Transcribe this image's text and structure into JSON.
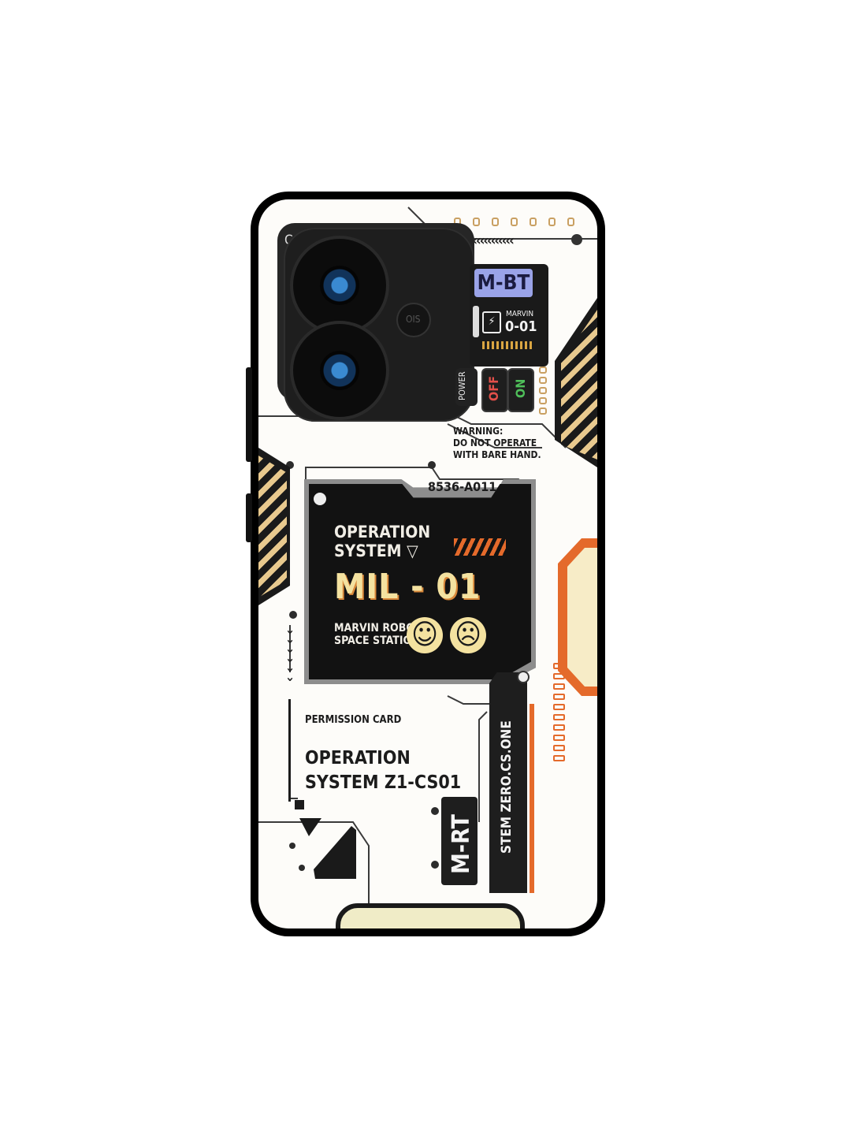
{
  "camera": {
    "lens_count": 2,
    "flash_label": "OIS",
    "corner_label": "Cc"
  },
  "mbt_tag": "M-BT",
  "marvin_badge": {
    "name": "MARVIN",
    "code": "0-01"
  },
  "switches": {
    "power": "POWER",
    "off": "OFF",
    "on": "ON"
  },
  "warning": {
    "line1": "WARNING:",
    "line2": "DO NOT OPERATE",
    "line3": "WITH BARE HAND."
  },
  "screen": {
    "code": "8536-A011",
    "os_line1": "OPERATION",
    "os_line2": "SYSTEM",
    "model": "MIL - 01",
    "station_line1": "MARVIN ROBOT",
    "station_line2": "SPACE STATION"
  },
  "permission_card": {
    "label": "PERMISSION CARD",
    "line1": "OPERATION",
    "line2": "SYSTEM Z1-CS01"
  },
  "vertical_tag": "M-RT",
  "vertical_system": "STEM ZERO.CS.ONE",
  "colors": {
    "case": "#000000",
    "panel": "#fdfcf9",
    "accent_orange": "#e46a2b",
    "accent_yellow": "#f4e2a0",
    "screen_bg": "#121212",
    "badge_purple": "#9aa3e8",
    "on_green": "#4fbf5a",
    "off_red": "#e2504a"
  }
}
